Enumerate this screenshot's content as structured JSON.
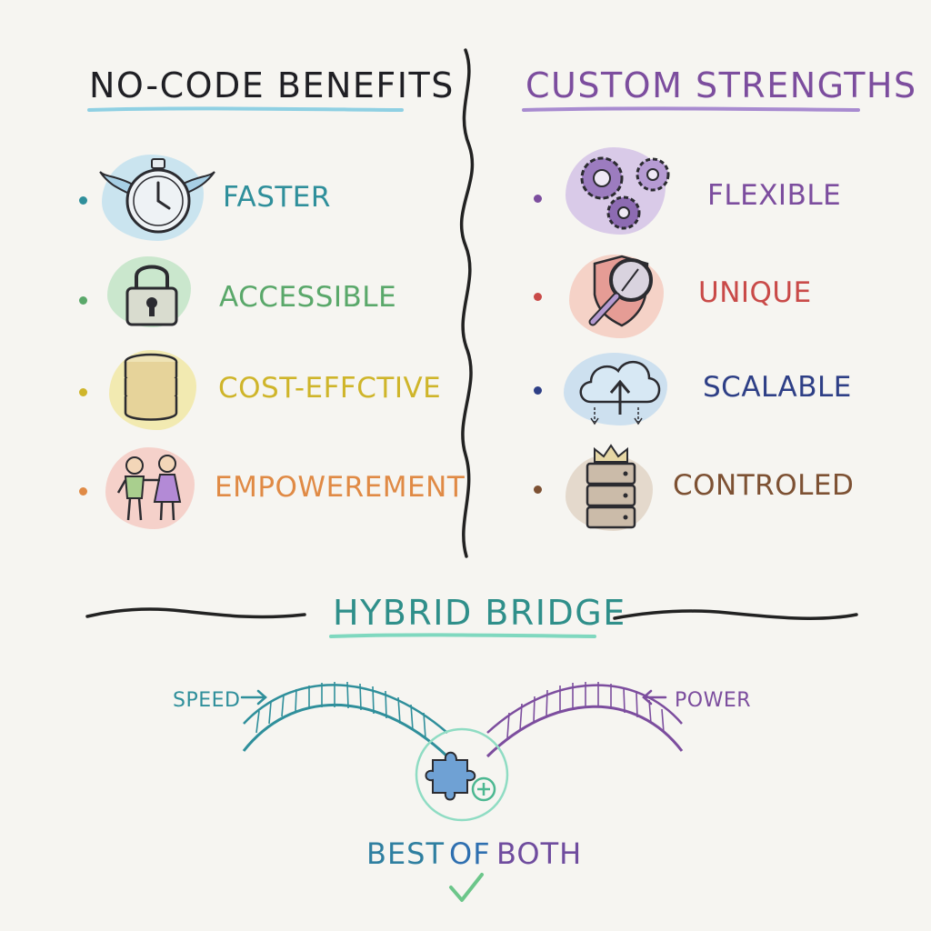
{
  "colors": {
    "background": "#f6f5f1",
    "ink": "#2b2b30",
    "teal": "#2f8f9b",
    "green": "#5aa86a",
    "yellow": "#cfb52a",
    "orange": "#e08a45",
    "purple": "#7c4d9e",
    "red": "#c94a48",
    "navy": "#2e3f86",
    "brown": "#7d5133",
    "mint": "#5fc3a3",
    "lightblue": "#8fd0e3",
    "lavender": "#a88bd0"
  },
  "left": {
    "title": "NO-CODE BENEFITS",
    "items": [
      {
        "label": "FASTER",
        "icon": "winged-stopwatch-icon"
      },
      {
        "label": "ACCESSIBLE",
        "icon": "padlock-icon"
      },
      {
        "label": "COST-EFFCTIVE",
        "icon": "coin-stack-icon"
      },
      {
        "label": "EMPOWEREMENT",
        "icon": "two-people-icon"
      }
    ]
  },
  "right": {
    "title": "CUSTOM STRENGTHS",
    "items": [
      {
        "label": "FLEXIBLE",
        "icon": "gears-icon"
      },
      {
        "label": "UNIQUE",
        "icon": "shield-magnifier-icon"
      },
      {
        "label": "SCALABLE",
        "icon": "cloud-upload-icon"
      },
      {
        "label": "CONTROLED",
        "icon": "crowned-server-icon"
      }
    ]
  },
  "bridge": {
    "title": "HYBRID BRIDGE",
    "left_label": "SPEED",
    "right_label": "POWER",
    "center_icon": "puzzle-piece-plus-icon",
    "result_words": [
      "BEST",
      "OF",
      "BOTH"
    ],
    "result_icon": "checkmark-icon"
  }
}
